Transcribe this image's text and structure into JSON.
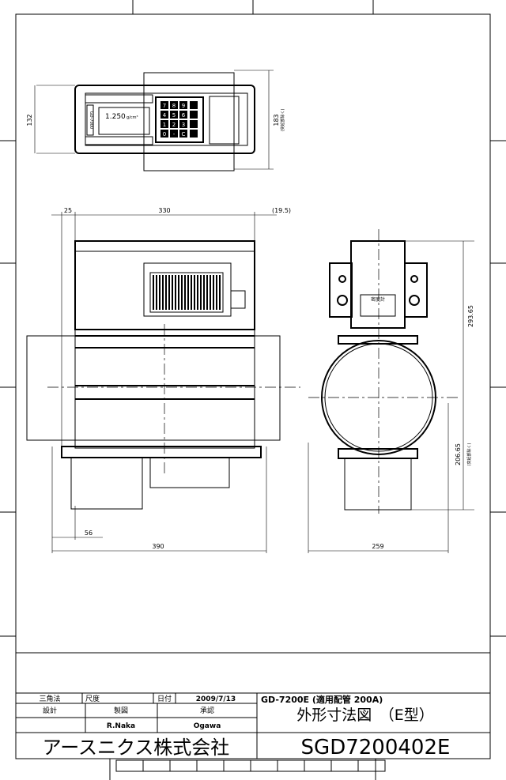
{
  "drawing": {
    "top_view": {
      "width_dim": "132",
      "height_dim": "183",
      "height_note": "(突起部除く)",
      "model_label": "GD-7000",
      "display_value": "1.250",
      "display_unit": "g/cm³",
      "keypad": [
        "7",
        "8",
        "9",
        "4",
        "5",
        "6",
        "1",
        "2",
        "3",
        "0",
        "-",
        "C"
      ]
    },
    "front_view": {
      "dim_left": "25",
      "dim_width": "330",
      "dim_right": "(19.5)",
      "dim_bottom_small": "56",
      "dim_total": "390"
    },
    "side_view": {
      "nameplate_title": "密度計",
      "dim_width": "259",
      "dim_upper": "293.65",
      "dim_lower": "206.65",
      "dim_lower_note": "(突起部除く)"
    }
  },
  "title_block": {
    "projection": "三角法",
    "scale_label": "尺度",
    "date_label": "日付",
    "date": "2009/7/13",
    "design_label": "設計",
    "drafting_label": "製図",
    "approval_label": "承認",
    "drafter": "R.Naka",
    "approver": "Ogawa",
    "company": "アースニクス株式会社",
    "product": "GD-7200E (適用配管 200A)",
    "drawing_title": "外形寸法図　（E型）",
    "drawing_number": "SGD7200402E"
  }
}
